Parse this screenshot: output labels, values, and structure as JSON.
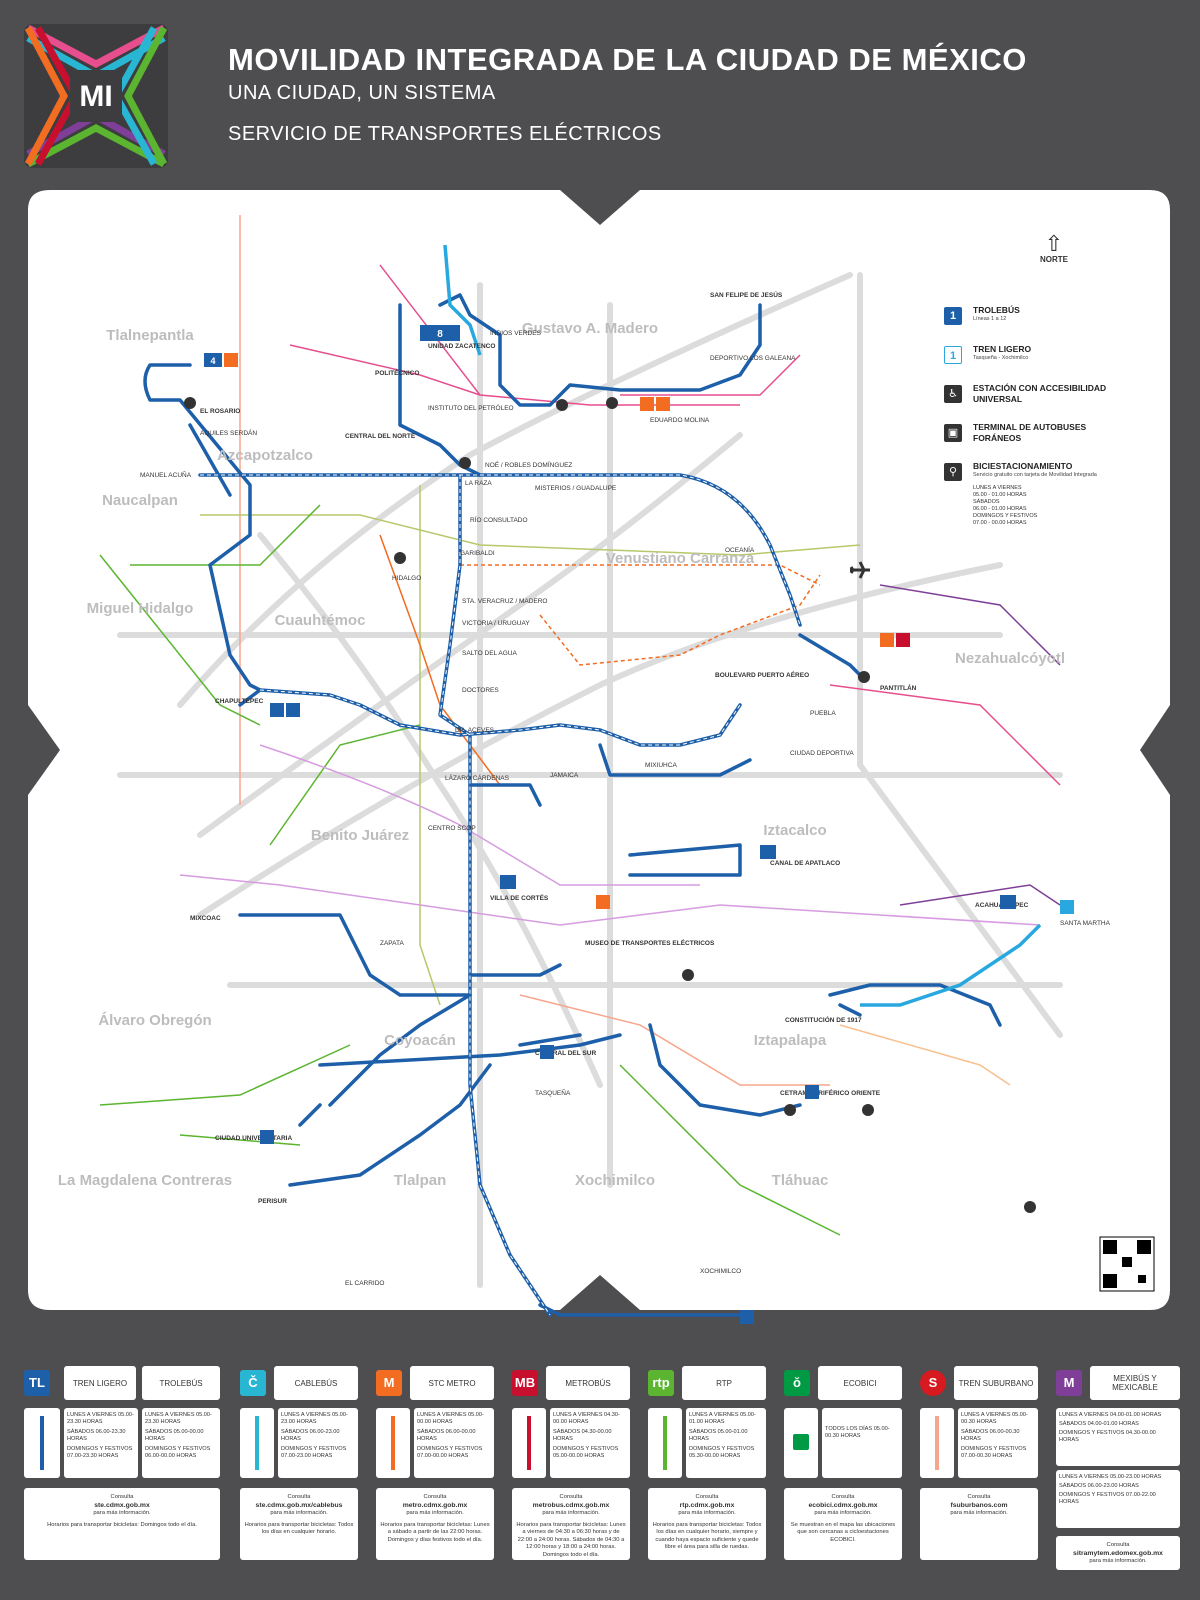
{
  "header": {
    "title": "MOVILIDAD INTEGRADA DE LA CIUDAD DE MÉXICO",
    "subtitle": "UNA CIUDAD, UN SISTEMA",
    "service": "SERVICIO DE TRANSPORTES ELÉCTRICOS",
    "logo_text": "MI"
  },
  "colors": {
    "background": "#4e4e50",
    "trolebus": "#1d5fa8",
    "tren_ligero": "#29a8e0",
    "metro": "#f26c21",
    "metrobus": "#c8102e",
    "cablebus": "#29b6d3",
    "rtp": "#5bb530",
    "ecobici": "#009a44",
    "suburbano": "#d71920",
    "mexibus": "#7f3f98"
  },
  "legend": {
    "north": "NORTE",
    "items": [
      {
        "icon": "trolebus-icon",
        "title": "TROLEBÚS",
        "sub": "Líneas 1 a 12"
      },
      {
        "icon": "tren-ligero-icon",
        "title": "TREN LIGERO",
        "sub": "Tasqueña - Xochimilco"
      },
      {
        "icon": "accessibility-icon",
        "title": "ESTACIÓN CON ACCESIBILIDAD UNIVERSAL",
        "sub": ""
      },
      {
        "icon": "bus-terminal-icon",
        "title": "TERMINAL DE AUTOBUSES FORÁNEOS",
        "sub": ""
      },
      {
        "icon": "bicycle-icon",
        "title": "BICIESTACIONAMIENTO",
        "sub": "Servicio gratuito con tarjeta de Movilidad Integrada"
      }
    ],
    "bike_hours": [
      {
        "day": "LUNES A VIERNES",
        "hours": "05.00 - 01.00 HORAS"
      },
      {
        "day": "SÁBADOS",
        "hours": "06.00 - 01.00 HORAS"
      },
      {
        "day": "DOMINGOS Y FESTIVOS",
        "hours": "07.00 - 00.00 HORAS"
      }
    ]
  },
  "municipalities": [
    "Tlalnepantla",
    "Gustavo A. Madero",
    "Azcapotzalco",
    "Naucalpan",
    "Venustiano Carranza",
    "Miguel Hidalgo",
    "Cuauhtémoc",
    "Nezahualcóyotl",
    "Iztacalco",
    "Benito Juárez",
    "Álvaro Obregón",
    "Coyoacán",
    "Iztapalapa",
    "La Magdalena Contreras",
    "Tlalpan",
    "Xochimilco",
    "Tláhuac"
  ],
  "stations": [
    "EL ROSARIO",
    "AQUILES SERDÁN",
    "MANUEL ACUÑA",
    "CENTRAL DEL NORTE",
    "POLITÉCNICO",
    "INSTITUTO DEL PETRÓLEO",
    "UNIDAD ZACATENCO",
    "INDIOS VERDES",
    "DEPORTIVO LOS GALEANA",
    "SAN FELIPE DE JESÚS",
    "EDUARDO MOLINA",
    "NOÉ / ROBLES DOMÍNGUEZ",
    "LA RAZA",
    "RÍO CONSULTADO",
    "MISTERIOS / GUADALUPE",
    "OCEANÍA",
    "HIDALGO",
    "GARIBALDI",
    "STA. VERACRUZ / MADERO",
    "VICTORIA / URUGUAY",
    "SALTO DEL AGUA",
    "DOCTORES",
    "CHAPULTEPEC",
    "BOULEVARD PUERTO AÉREO",
    "PANTITLÁN",
    "PUEBLA",
    "CIUDAD DEPORTIVA",
    "DR. ACEVES",
    "JAMAICA",
    "MIXIUHCA",
    "LÁZARO CÁRDENAS",
    "CENTRO SCOP",
    "VILLA DE CORTÉS",
    "CANAL DE APATLACO",
    "MIXCOAC",
    "ZAPATA",
    "MUSEO DE TRANSPORTES ELÉCTRICOS",
    "ACAHUALTEPEC",
    "SANTA MARTHA",
    "CONSTITUCIÓN DE 1917",
    "CENTRAL DEL SUR",
    "CIUDAD UNIVERSITARIA",
    "TASQUEÑA",
    "PERISUR",
    "CETRAM PERIFÉRICO ORIENTE",
    "XOCHIMILCO",
    "EL CARRIDO"
  ],
  "services": [
    {
      "name": "TREN LIGERO",
      "name2": "TROLEBÚS",
      "color": "#1d5fa8",
      "icon": "tren-ligero-icon",
      "hours1": [
        "LUNES A VIERNES 05.00-23.30 HORAS",
        "SÁBADOS 06.00-23.30 HORAS",
        "DOMINGOS Y FESTIVOS 07.00-23.30 HORAS"
      ],
      "hours2": [
        "LUNES A VIERNES 05.00-23.30 HORAS",
        "SÁBADOS 05.00-00.00 HORAS",
        "DOMINGOS Y FESTIVOS 06.00-00.00 HORAS"
      ],
      "site": "ste.cdmx.gob.mx",
      "note": "Horarios para transportar bicicletas: Domingos todo el día."
    },
    {
      "name": "CABLEBÚS",
      "color": "#29b6d3",
      "icon": "cablebus-icon",
      "hours1": [
        "LUNES A VIERNES 05.00-23.00 HORAS",
        "SÁBADOS 06.00-23.00 HORAS",
        "DOMINGOS Y FESTIVOS 07.00-23.00 HORAS"
      ],
      "site": "ste.cdmx.gob.mx/cablebus",
      "note": "Horarios para transportar bicicletas: Todos los días en cualquier horario."
    },
    {
      "name": "STC METRO",
      "color": "#f26c21",
      "icon": "metro-icon",
      "hours1": [
        "LUNES A VIERNES 05.00-00.00 HORAS",
        "SÁBADOS 06.00-00.00 HORAS",
        "DOMINGOS Y FESTIVOS 07.00-00.00 HORAS"
      ],
      "site": "metro.cdmx.gob.mx",
      "note": "Horarios para transportar bicicletas: Lunes a sábado a partir de las 22:00 horas. Domingos y días festivos todo el día."
    },
    {
      "name": "METROBÚS",
      "color": "#c8102e",
      "icon": "metrobus-icon",
      "hours1": [
        "LUNES A VIERNES 04.30-00.00 HORAS",
        "SÁBADOS 04.30-00.00 HORAS",
        "DOMINGOS Y FESTIVOS 05.00-00.00 HORAS"
      ],
      "site": "metrobus.cdmx.gob.mx",
      "note": "Horarios para transportar bicicletas: Lunes a viernes de 04:30 a 06:30 horas y de 22:00 a 24:00 horas. Sábados de 04:30 a 12:00 horas y 18:00 a 24:00 horas. Domingos todo el día."
    },
    {
      "name": "RTP",
      "color": "#5bb530",
      "icon": "rtp-icon",
      "hours1": [
        "LUNES A VIERNES 05.00-01.00 HORAS",
        "SÁBADOS 05.00-01.00 HORAS",
        "DOMINGOS Y FESTIVOS 05.30-00.00 HORAS"
      ],
      "site": "rtp.cdmx.gob.mx",
      "note": "Horarios para transportar bicicletas: Todos los días en cualquier horario, siempre y cuando haya espacio suficiente y quede libre el área para silla de ruedas."
    },
    {
      "name": "ECOBICI",
      "color": "#009a44",
      "icon": "ecobici-icon",
      "hours1": [
        "TODOS LOS DÍAS 05.00-00.30 HORAS"
      ],
      "site": "ecobici.cdmx.gob.mx",
      "note": "Se muestran en el mapa las ubicaciones que son cercanas a cicloestaciones ECOBICI."
    },
    {
      "name": "TREN SUBURBANO",
      "color": "#d71920",
      "icon": "suburbano-icon",
      "hours1": [
        "LUNES A VIERNES 05.00-00.30 HORAS",
        "SÁBADOS 06.00-00.30 HORAS",
        "DOMINGOS Y FESTIVOS 07.00-00.30 HORAS"
      ],
      "site": "fsuburbanos.com",
      "note": ""
    },
    {
      "name": "MEXIBÚS Y MEXICABLE",
      "color": "#7f3f98",
      "icon": "mexibus-icon",
      "hours1": [
        "LUNES A VIERNES 04.00-01.00 HORAS",
        "SÁBADOS 04.00-01.00 HORAS",
        "DOMINGOS Y FESTIVOS 04.30-00.00 HORAS"
      ],
      "hours2": [
        "LUNES A VIERNES 05.00-23.00 HORAS",
        "SÁBADOS 06.00-23.00 HORAS",
        "DOMINGOS Y FESTIVOS 07.00-22.00 HORAS"
      ],
      "site": "sitramytem.edomex.gob.mx",
      "note": ""
    }
  ],
  "common": {
    "consulta": "Consulta",
    "more_info": "para más información."
  }
}
